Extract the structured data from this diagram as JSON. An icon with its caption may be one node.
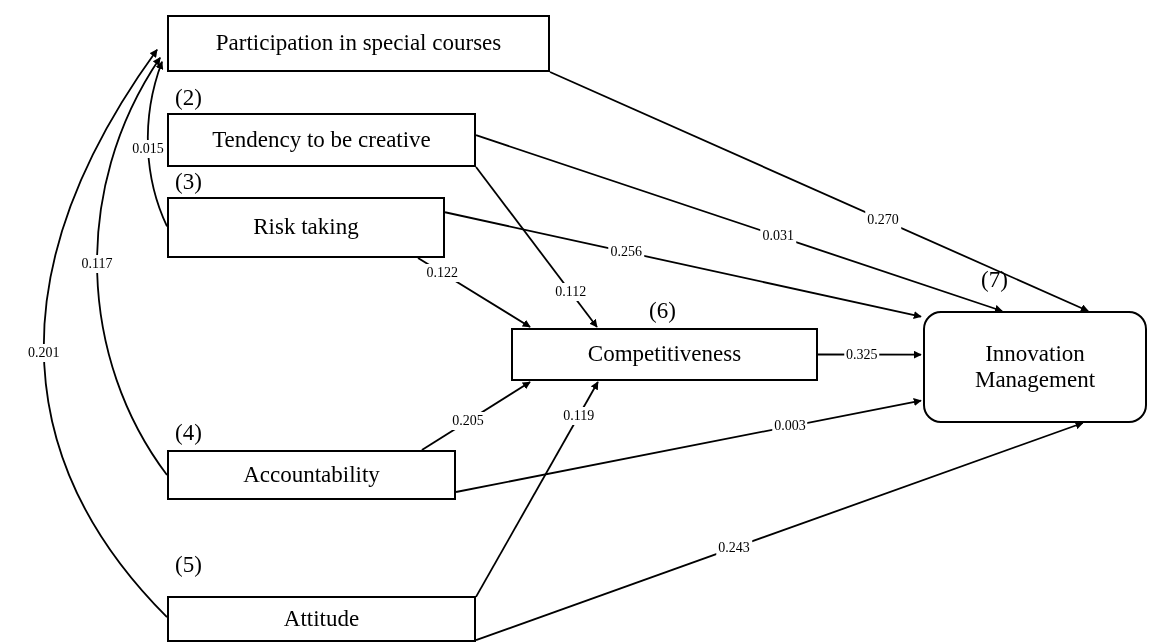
{
  "diagram": {
    "nodes": [
      {
        "text": [
          "Participation in special courses"
        ]
      },
      {
        "text": [
          "(2)",
          "Tendency to be creative"
        ]
      },
      {
        "text": [
          "(3)",
          "Risk taking"
        ]
      },
      {
        "text": [
          "(4)",
          "Accountability"
        ]
      },
      {
        "text": [
          "(5)",
          "Attitude"
        ]
      },
      {
        "text": [
          "(6)",
          "Competitiveness"
        ]
      },
      {
        "text": [
          "(7)",
          "Innovation Management"
        ]
      }
    ],
    "edges": [
      {
        "from": 2,
        "to": 0,
        "arrow": "to",
        "label": "0.015"
      },
      {
        "from": 3,
        "to": 0,
        "arrow": "to",
        "label": "0.117"
      },
      {
        "from": 4,
        "to": 0,
        "arrow": "to",
        "label": "0.201"
      },
      {
        "from": 0,
        "to": 6,
        "arrow": "to",
        "label": "0.270"
      },
      {
        "from": 1,
        "to": 6,
        "arrow": "to",
        "label": "0.031"
      },
      {
        "from": 1,
        "to": 5,
        "arrow": "to",
        "label": "0.112"
      },
      {
        "from": 2,
        "to": 6,
        "arrow": "to",
        "label": "0.256"
      },
      {
        "from": 2,
        "to": 5,
        "arrow": "to",
        "label": "0.122"
      },
      {
        "from": 3,
        "to": 5,
        "arrow": "to",
        "label": "0.205"
      },
      {
        "from": 4,
        "to": 5,
        "arrow": "to",
        "label": "0.119"
      },
      {
        "from": 5,
        "to": 6,
        "arrow": "to",
        "label": "0.325"
      },
      {
        "from": 3,
        "to": 6,
        "arrow": "to",
        "label": "0.003"
      },
      {
        "from": 4,
        "to": 6,
        "arrow": "to",
        "label": "0.243"
      }
    ]
  }
}
